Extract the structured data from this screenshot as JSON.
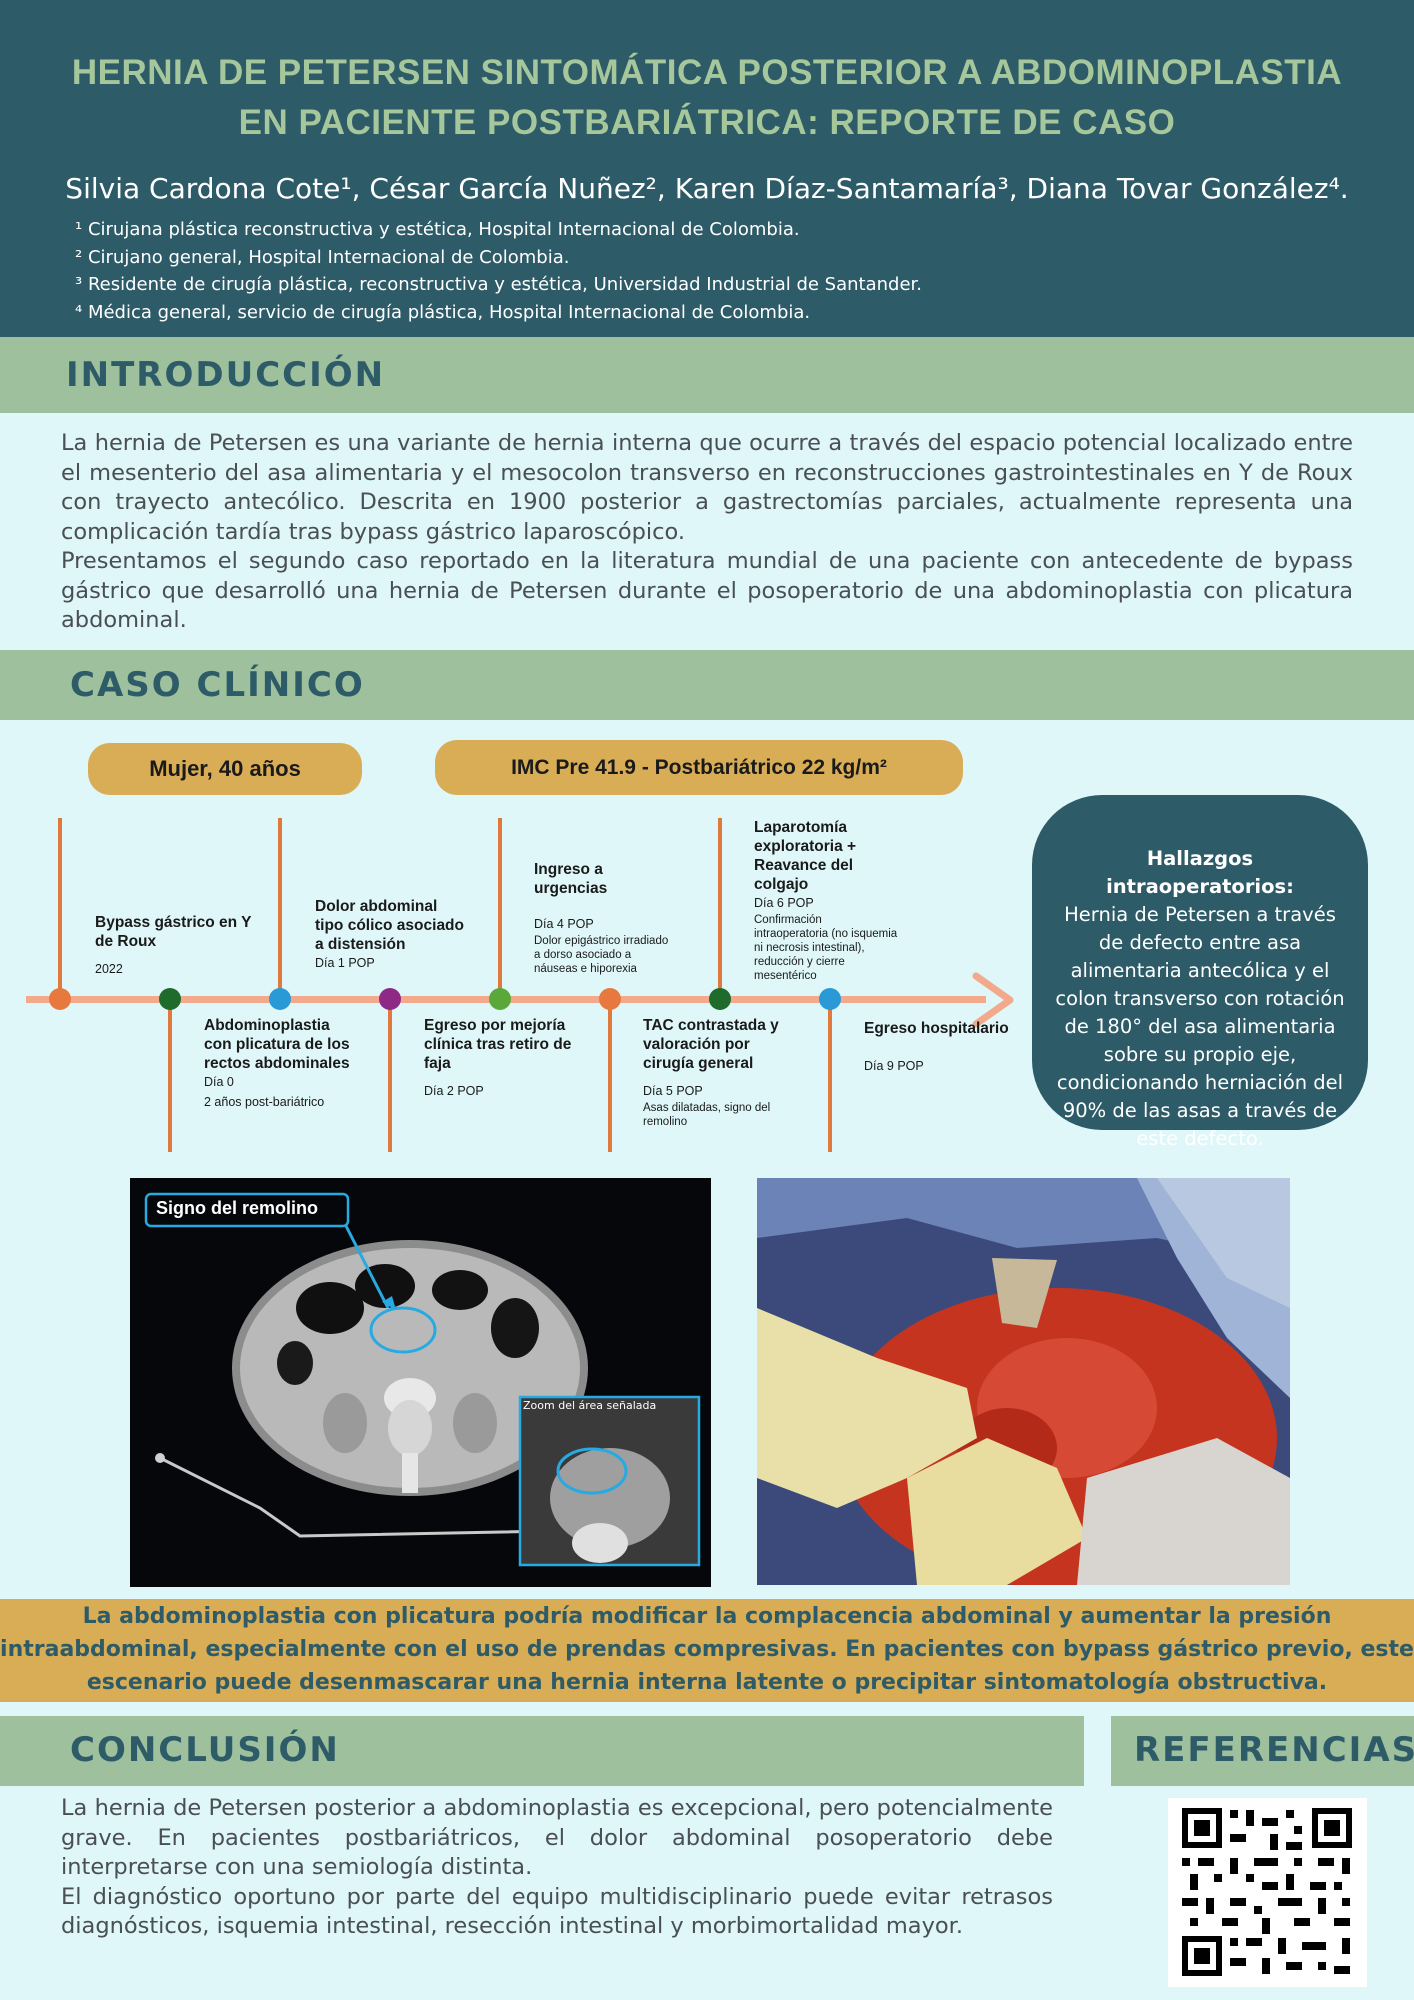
{
  "header": {
    "title_line1": "HERNIA DE PETERSEN SINTOMÁTICA POSTERIOR A ABDOMINOPLASTIA",
    "title_line2": "EN PACIENTE POSTBARIÁTRICA: REPORTE DE CASO",
    "authors": "Silvia Cardona Cote¹, César García Nuñez², Karen Díaz-Santamaría³, Diana Tovar González⁴.",
    "affiliations": [
      "¹ Cirujana plástica reconstructiva y estética, Hospital Internacional de Colombia.",
      "² Cirujano general, Hospital Internacional de Colombia.",
      "³ Residente de cirugía plástica, reconstructiva y estética, Universidad Industrial de Santander.",
      "⁴ Médica general, servicio de cirugía plástica, Hospital Internacional de Colombia."
    ]
  },
  "intro": {
    "heading": "INTRODUCCIÓN",
    "p1": "La hernia de Petersen es una variante de hernia interna que ocurre a través del espacio potencial localizado entre el mesenterio del asa alimentaria y el mesocolon transverso en reconstrucciones gastrointestinales en Y de Roux con trayecto antecólico. Descrita en 1900 posterior a gastrectomías parciales, actualmente representa una complicación tardía tras bypass gástrico laparoscópico.",
    "p2": "Presentamos el segundo caso reportado en la literatura mundial de una paciente con antecedente de bypass gástrico que desarrolló una hernia de Petersen durante el posoperatorio de una abdominoplastia con plicatura abdominal."
  },
  "case": {
    "heading": "CASO CLÍNICO",
    "pill_patient": "Mujer, 40 años",
    "pill_bmi": "IMC Pre 41.9 - Postbariátrico 22 kg/m²",
    "events": {
      "e1_title": "Bypass gástrico en Y de Roux",
      "e1_date": "2022",
      "e2_title": "Abdominoplastia con plicatura de los rectos abdominales",
      "e2_date": "Día 0",
      "e2_detail": "2 años post-bariátrico",
      "e3_title": "Dolor abdominal tipo cólico asociado a distensión",
      "e3_date": "Día 1 POP",
      "e4_title": "Egreso por mejoría clínica tras retiro de faja",
      "e4_date": "Día 2 POP",
      "e5_title": "Ingreso a urgencias",
      "e5_date": "Día 4 POP",
      "e5_detail": "Dolor epigástrico irradiado a dorso asociado a náuseas e hiporexia",
      "e6_title": "TAC contrastada y valoración por cirugía general",
      "e6_date": "Día 5 POP",
      "e6_detail": "Asas dilatadas, signo del remolino",
      "e7_title": "Laparotomía exploratoria + Reavance del colgajo",
      "e7_date": "Día 6 POP",
      "e7_detail": "Confirmación intraoperatoria (no isquemia ni necrosis intestinal), reducción y cierre mesentérico",
      "e8_title": "Egreso hospitalario",
      "e8_date": "Día 9 POP"
    },
    "findings_title": "Hallazgos intraoperatorios:",
    "findings_text": "Hernia de Petersen a través de defecto entre asa alimentaria antecólica y el colon transverso con rotación de 180° del asa alimentaria sobre su propio eje, condicionando herniación del 90% de las asas a través de este defecto.",
    "ct_label": "Signo del remolino",
    "ct_zoom_label": "Zoom del área señalada"
  },
  "note": "La abdominoplastia con plicatura podría modificar la complacencia abdominal y aumentar la presión intraabdominal, especialmente con el uso de prendas compresivas. En pacientes con bypass gástrico previo, este escenario puede desenmascarar una hernia interna latente o precipitar sintomatología obstructiva.",
  "conclusion": {
    "heading": "CONCLUSIÓN",
    "p1": "La hernia de Petersen posterior a abdominoplastia es excepcional, pero potencialmente grave. En pacientes postbariátricos, el dolor abdominal posoperatorio debe interpretarse con una semiología distinta.",
    "p2": "El diagnóstico oportuno por parte del equipo multidisciplinario puede evitar retrasos diagnósticos, isquemia intestinal, resección intestinal y morbimortalidad mayor."
  },
  "references": {
    "heading": "REFERENCIAS"
  },
  "colors": {
    "header": "#2e5b68",
    "band": "#9ec09c",
    "accent": "#d9ad56",
    "background": "#dff7f9",
    "title": "#a6c79b"
  }
}
